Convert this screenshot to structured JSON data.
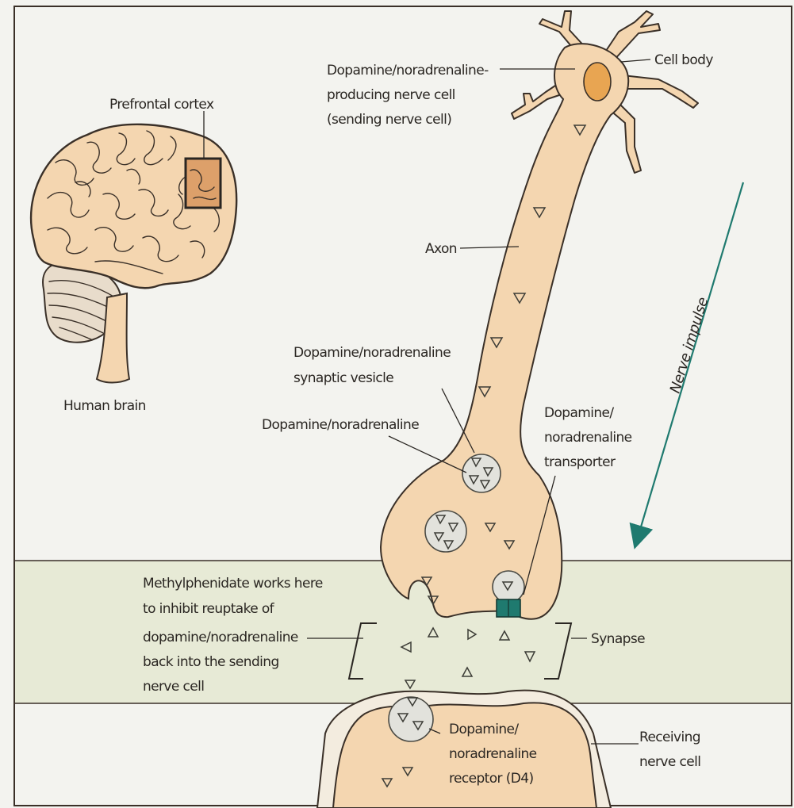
{
  "labels": {
    "prefrontal_cortex": "Prefrontal cortex",
    "human_brain": "Human brain",
    "sending_cell": [
      "Dopamine/noradrenaline-",
      "producing nerve cell",
      "(sending nerve cell)"
    ],
    "cell_body": "Cell body",
    "axon": "Axon",
    "nerve_impulse": "Nerve impulse",
    "synaptic_vesicle": [
      "Dopamine/noradrenaline",
      "synaptic vesicle"
    ],
    "dopamine": "Dopamine/noradrenaline",
    "transporter": [
      "Dopamine/",
      "noradrenaline",
      "transporter"
    ],
    "methylphenidate": [
      "Methylphenidate works here",
      "to inhibit reuptake of",
      "dopamine/noradrenaline",
      "back into the sending",
      "nerve cell"
    ],
    "synapse": "Synapse",
    "receptor": [
      "Dopamine/",
      "noradrenaline",
      "receptor (D4)"
    ],
    "receiving_cell": [
      "Receiving",
      "nerve cell"
    ]
  },
  "colors": {
    "background": "#f3f3ef",
    "synapse_band": "#e7ead6",
    "cell_fill": "#f4d6b0",
    "cortex_highlight": "#dda06a",
    "nucleus": "#e8a552",
    "transporter": "#1f7a6f",
    "arrow": "#1f7a6f"
  }
}
